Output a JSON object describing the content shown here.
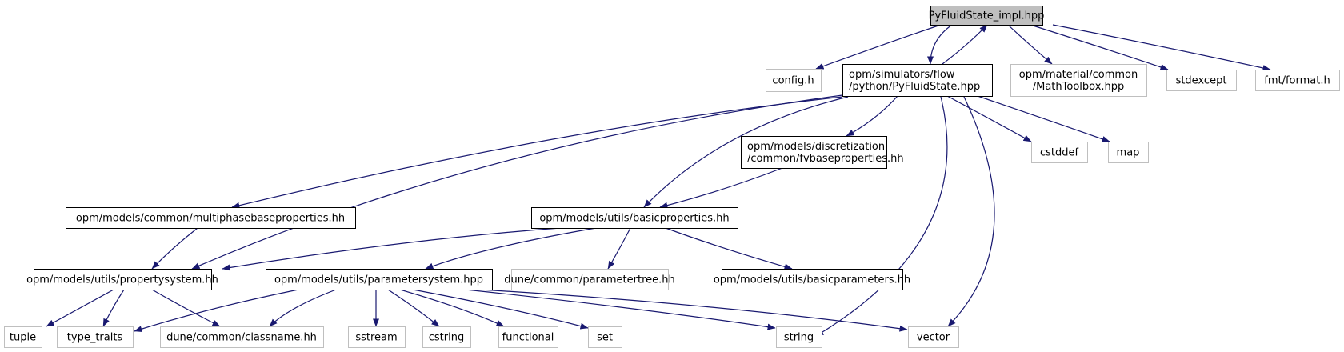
{
  "title": "PyFluidState_impl.hpp",
  "colors": {
    "edge": "#191970",
    "root_fill": "#bfbfbf",
    "root_stroke": "#000000",
    "internal_stroke": "#000000",
    "external_stroke": "#bfbfbf",
    "node_fill": "#ffffff"
  },
  "nodes": [
    {
      "id": "root",
      "lines": [
        "PyFluidState_impl.hpp"
      ],
      "kind": "root"
    },
    {
      "id": "config",
      "lines": [
        "config.h"
      ],
      "kind": "external"
    },
    {
      "id": "pyfluidstate",
      "lines": [
        "opm/simulators/flow",
        "/python/PyFluidState.hpp"
      ],
      "kind": "internal"
    },
    {
      "id": "mathtoolbox",
      "lines": [
        "opm/material/common",
        "/MathToolbox.hpp"
      ],
      "kind": "external"
    },
    {
      "id": "stdexcept",
      "lines": [
        "stdexcept"
      ],
      "kind": "external"
    },
    {
      "id": "fmtformat",
      "lines": [
        "fmt/format.h"
      ],
      "kind": "external"
    },
    {
      "id": "fvbaseprops",
      "lines": [
        "opm/models/discretization",
        "/common/fvbaseproperties.hh"
      ],
      "kind": "internal"
    },
    {
      "id": "cstddef",
      "lines": [
        "cstddef"
      ],
      "kind": "external"
    },
    {
      "id": "map",
      "lines": [
        "map"
      ],
      "kind": "external"
    },
    {
      "id": "multiphase",
      "lines": [
        "opm/models/common/multiphasebaseproperties.hh"
      ],
      "kind": "internal"
    },
    {
      "id": "basicprops",
      "lines": [
        "opm/models/utils/basicproperties.hh"
      ],
      "kind": "internal"
    },
    {
      "id": "propsystem",
      "lines": [
        "opm/models/utils/propertysystem.hh"
      ],
      "kind": "internal"
    },
    {
      "id": "paramsystem",
      "lines": [
        "opm/models/utils/parametersystem.hpp"
      ],
      "kind": "internal"
    },
    {
      "id": "paramtree",
      "lines": [
        "dune/common/parametertree.hh"
      ],
      "kind": "external"
    },
    {
      "id": "basicparams",
      "lines": [
        "opm/models/utils/basicparameters.hh"
      ],
      "kind": "internal"
    },
    {
      "id": "tuple",
      "lines": [
        "tuple"
      ],
      "kind": "external"
    },
    {
      "id": "typetraits",
      "lines": [
        "type_traits"
      ],
      "kind": "external"
    },
    {
      "id": "classname",
      "lines": [
        "dune/common/classname.hh"
      ],
      "kind": "external"
    },
    {
      "id": "sstream",
      "lines": [
        "sstream"
      ],
      "kind": "external"
    },
    {
      "id": "cstring",
      "lines": [
        "cstring"
      ],
      "kind": "external"
    },
    {
      "id": "functional",
      "lines": [
        "functional"
      ],
      "kind": "external"
    },
    {
      "id": "set",
      "lines": [
        "set"
      ],
      "kind": "external"
    },
    {
      "id": "string",
      "lines": [
        "string"
      ],
      "kind": "external"
    },
    {
      "id": "vector",
      "lines": [
        "vector"
      ],
      "kind": "external"
    }
  ],
  "edges": [
    {
      "from": "root",
      "to": "config"
    },
    {
      "from": "root",
      "to": "pyfluidstate"
    },
    {
      "from": "pyfluidstate",
      "to": "root"
    },
    {
      "from": "root",
      "to": "mathtoolbox"
    },
    {
      "from": "root",
      "to": "stdexcept"
    },
    {
      "from": "root",
      "to": "fmtformat"
    },
    {
      "from": "pyfluidstate",
      "to": "fvbaseprops"
    },
    {
      "from": "pyfluidstate",
      "to": "cstddef"
    },
    {
      "from": "pyfluidstate",
      "to": "map"
    },
    {
      "from": "pyfluidstate",
      "to": "multiphase"
    },
    {
      "from": "pyfluidstate",
      "to": "basicprops"
    },
    {
      "from": "pyfluidstate",
      "to": "propsystem"
    },
    {
      "from": "pyfluidstate",
      "to": "string"
    },
    {
      "from": "pyfluidstate",
      "to": "vector"
    },
    {
      "from": "fvbaseprops",
      "to": "basicprops"
    },
    {
      "from": "multiphase",
      "to": "propsystem"
    },
    {
      "from": "basicprops",
      "to": "propsystem"
    },
    {
      "from": "basicprops",
      "to": "paramsystem"
    },
    {
      "from": "basicprops",
      "to": "paramtree"
    },
    {
      "from": "basicprops",
      "to": "basicparams"
    },
    {
      "from": "propsystem",
      "to": "tuple"
    },
    {
      "from": "propsystem",
      "to": "typetraits"
    },
    {
      "from": "propsystem",
      "to": "classname"
    },
    {
      "from": "paramsystem",
      "to": "typetraits"
    },
    {
      "from": "paramsystem",
      "to": "classname"
    },
    {
      "from": "paramsystem",
      "to": "sstream"
    },
    {
      "from": "paramsystem",
      "to": "cstring"
    },
    {
      "from": "paramsystem",
      "to": "functional"
    },
    {
      "from": "paramsystem",
      "to": "set"
    },
    {
      "from": "paramsystem",
      "to": "string"
    },
    {
      "from": "paramsystem",
      "to": "vector"
    }
  ]
}
